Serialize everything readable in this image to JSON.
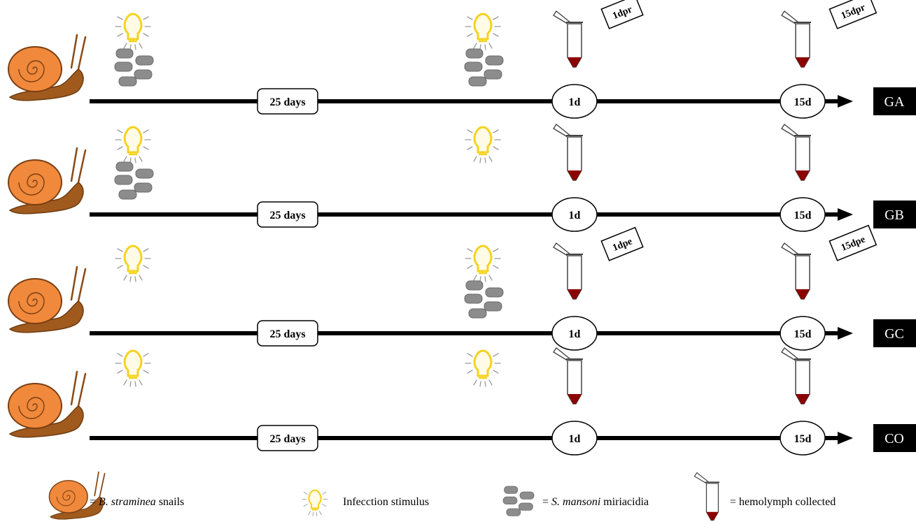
{
  "rows": [
    {
      "group": "GA",
      "first_stimulus_with_miracidia": true,
      "second_stimulus_with_miracidia": true,
      "interval_label": "25 days",
      "timepoint_1_label": "1d",
      "timepoint_2_label": "15d",
      "tag_1": "1dpr",
      "tag_2": "15dpr"
    },
    {
      "group": "GB",
      "first_stimulus_with_miracidia": true,
      "second_stimulus_with_miracidia": false,
      "interval_label": "25 days",
      "timepoint_1_label": "1d",
      "timepoint_2_label": "15d",
      "tag_1": "",
      "tag_2": ""
    },
    {
      "group": "GC",
      "first_stimulus_with_miracidia": false,
      "second_stimulus_with_miracidia": true,
      "interval_label": "25 days",
      "timepoint_1_label": "1d",
      "timepoint_2_label": "15d",
      "tag_1": "1dpe",
      "tag_2": "15dpe"
    },
    {
      "group": "CO",
      "first_stimulus_with_miracidia": false,
      "second_stimulus_with_miracidia": false,
      "interval_label": "25 days",
      "timepoint_1_label": "1d",
      "timepoint_2_label": "15d",
      "tag_1": "",
      "tag_2": ""
    }
  ],
  "legend": {
    "snail_prefix": "= ",
    "snail_species": "B. straminea",
    "snail_suffix": " snails",
    "stimulus": "Infecction stimulus",
    "miracidia_prefix": "= ",
    "miracidia_species": "S. mansoni",
    "miracidia_suffix": " miriacidia",
    "hemolymph": "= hemolymph collected"
  },
  "icons": {
    "snail": "snail-icon",
    "stimulus": "light-bulb-icon",
    "miracidia": "miracidia-cluster-icon",
    "tube": "collection-tube-icon"
  },
  "colors": {
    "snail_shell": "#f0893c",
    "snail_body": "#a05a1e",
    "bulb": "#f5d21e",
    "miracidia": "#8c8c8c",
    "blood": "#8b0000",
    "group_label_bg": "#000000",
    "group_label_text": "#ffffff"
  }
}
